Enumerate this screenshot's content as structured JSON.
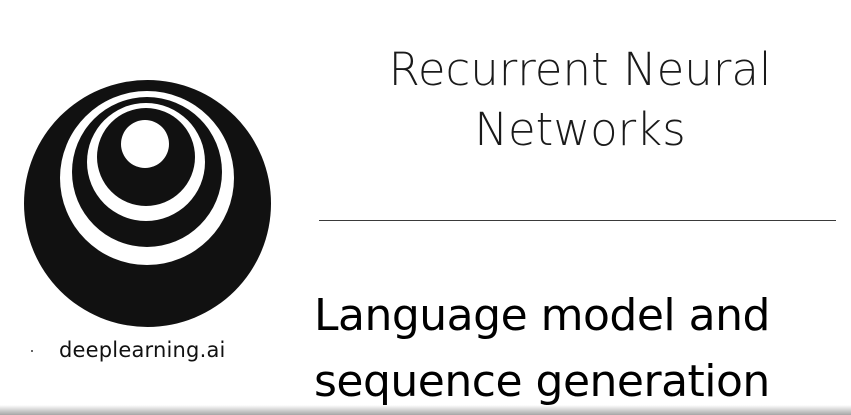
{
  "slide": {
    "title_lines": [
      "Recurrent Neural",
      "Networks"
    ],
    "subtitle_lines": [
      "Language model and",
      "sequence generation"
    ],
    "brand": "deeplearning.ai"
  },
  "colors": {
    "logo": "#111111",
    "text": "#000000",
    "divider": "#3a3a3a",
    "background": "#ffffff"
  }
}
